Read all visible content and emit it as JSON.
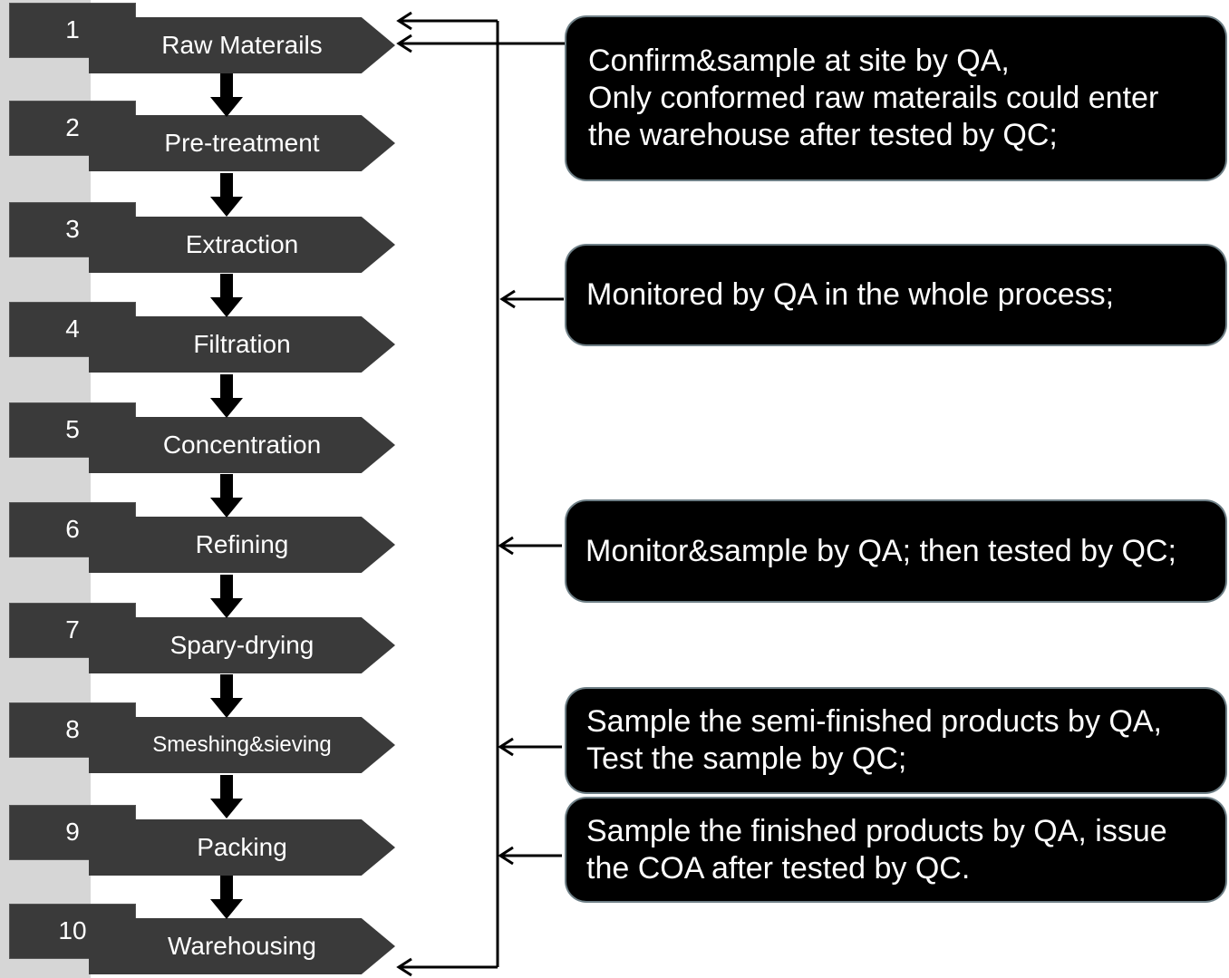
{
  "steps": [
    {
      "num": "1",
      "label": "Raw Materails"
    },
    {
      "num": "2",
      "label": "Pre-treatment"
    },
    {
      "num": "3",
      "label": "Extraction"
    },
    {
      "num": "4",
      "label": "Filtration"
    },
    {
      "num": "5",
      "label": "Concentration"
    },
    {
      "num": "6",
      "label": "Refining"
    },
    {
      "num": "7",
      "label": "Spary-drying"
    },
    {
      "num": "8",
      "label": "Smeshing&sieving"
    },
    {
      "num": "9",
      "label": "Packing"
    },
    {
      "num": "10",
      "label": "Warehousing"
    }
  ],
  "notes": [
    {
      "lines": [
        "Confirm&sample at site by QA,",
        "Only conformed raw materails could enter",
        "the warehouse after tested by QC;"
      ]
    },
    {
      "lines": [
        "Monitored by QA in the whole process;"
      ]
    },
    {
      "lines": [
        "Monitor&sample by QA; then tested by QC;"
      ]
    },
    {
      "lines": [
        "Sample the semi-finished products by QA,",
        "Test the sample by QC;"
      ]
    },
    {
      "lines": [
        "Sample the finished products by QA, issue",
        "the COA after tested by QC."
      ]
    }
  ],
  "colors": {
    "box": "#3a3a3a",
    "callout": "#000000",
    "callout_border": "#6e7f86",
    "strip": "#d6d6d6"
  }
}
